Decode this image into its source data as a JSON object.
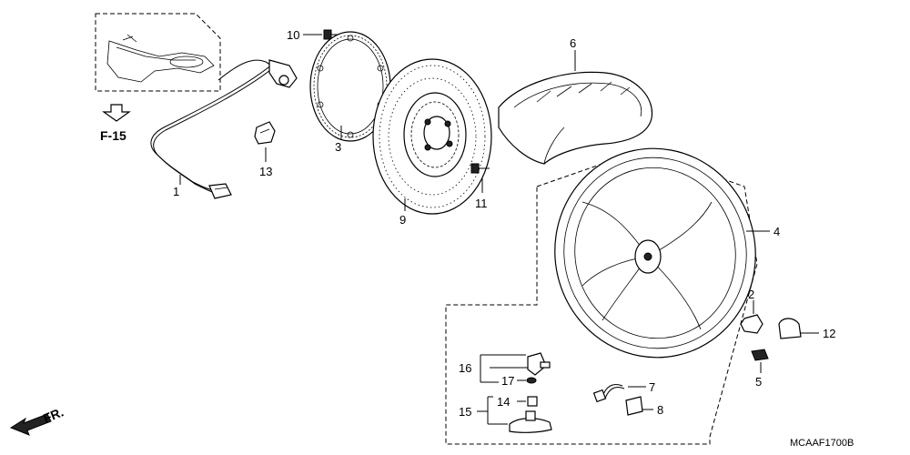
{
  "diagram": {
    "code": "MCAAF1700B",
    "reference": "F-15",
    "direction": "FR.",
    "callouts": [
      "1",
      "2",
      "3",
      "4",
      "5",
      "6",
      "7",
      "8",
      "9",
      "10",
      "11",
      "12",
      "13",
      "14",
      "15",
      "16",
      "17"
    ]
  }
}
